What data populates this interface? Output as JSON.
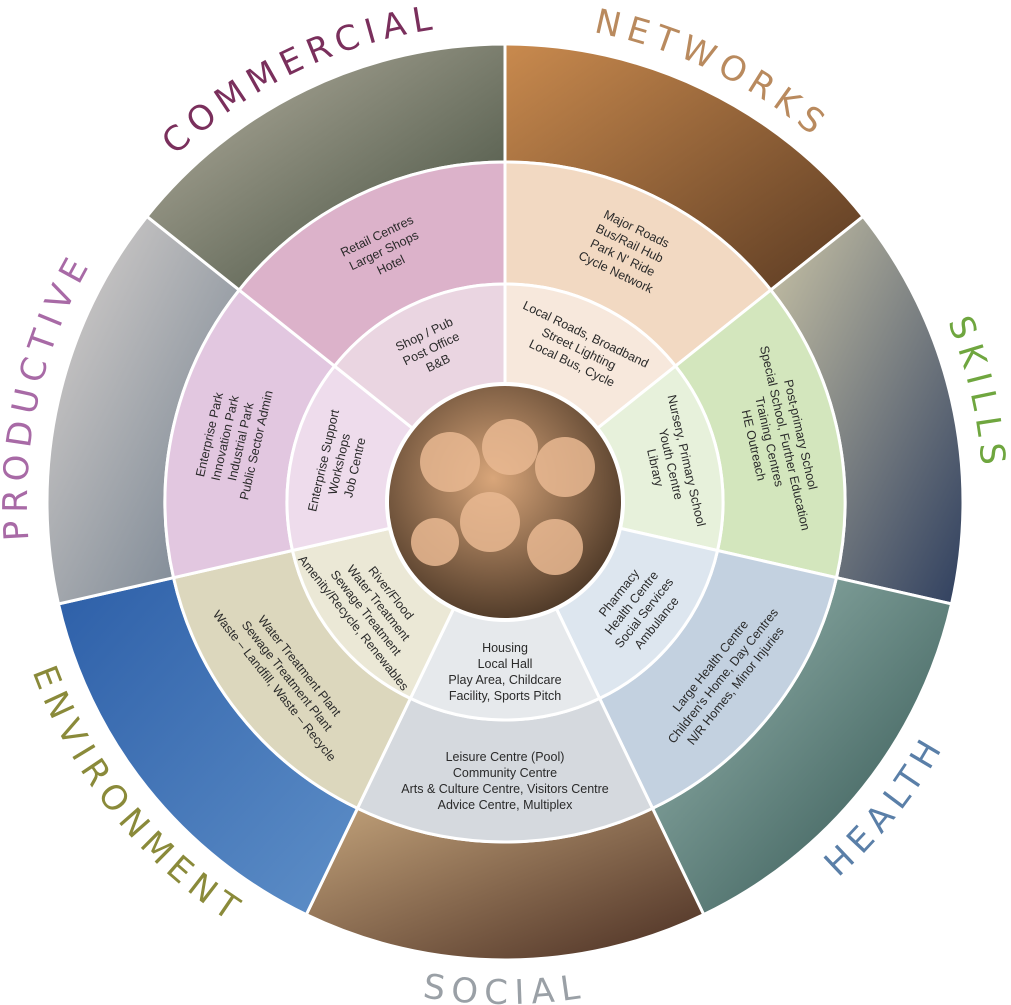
{
  "categories": [
    {
      "key": "networks",
      "label": "NETWORKS",
      "color": "#b98a5e",
      "outer_fill": "#f2d9c2",
      "middle_fill": "#f7e8dc",
      "photo_a": "#5a3a22",
      "photo_b": "#c98a4e",
      "photo_icon": "airplane-photo",
      "outer_lines": [
        "Major Roads",
        "Bus/Rail Hub",
        "Park N' Ride",
        "Cycle Network"
      ],
      "middle_lines": [
        "Local Roads, Broadband",
        "Street Lighting",
        "Local Bus, Cycle"
      ]
    },
    {
      "key": "skills",
      "label": "SKILLS",
      "color": "#6fa63f",
      "outer_fill": "#d3e6bd",
      "middle_fill": "#e7f1db",
      "photo_a": "#2f3f5f",
      "photo_b": "#c9c3a6",
      "photo_icon": "lecture-hall-photo",
      "outer_lines": [
        "Post-primary School",
        "Special School, Further Education",
        "Training Centres",
        "HE Outreach"
      ],
      "middle_lines": [
        "Nursery, Primary School",
        "Youth Centre",
        "Library"
      ]
    },
    {
      "key": "health",
      "label": "HEALTH",
      "color": "#5a7fa8",
      "outer_fill": "#c3d1e0",
      "middle_fill": "#dde6ef",
      "photo_a": "#2c4f4c",
      "photo_b": "#9dbbb4",
      "photo_icon": "surgery-photo",
      "outer_lines": [
        "Large Health Centre",
        "Children's Home, Day Centres",
        "N/R Homes, Minor Injuries"
      ],
      "middle_lines": [
        "Pharmacy",
        "Health Centre",
        "Social Services",
        "Ambulance"
      ]
    },
    {
      "key": "social",
      "label": "SOCIAL",
      "color": "#9aa0a6",
      "outer_fill": "#d5d9de",
      "middle_fill": "#e6e9ec",
      "photo_a": "#4a2e22",
      "photo_b": "#c2a27a",
      "photo_icon": "museum-photo",
      "outer_lines": [
        "Leisure Centre (Pool)",
        "Community Centre",
        "Arts & Culture Centre, Visitors Centre",
        "Advice Centre, Multiplex"
      ],
      "middle_lines": [
        "Housing",
        "Local Hall",
        "Play Area, Childcare",
        "Facility, Sports Pitch"
      ]
    },
    {
      "key": "environment",
      "label": "ENVIRONMENT",
      "color": "#8a8a3a",
      "outer_fill": "#dcd7bd",
      "middle_fill": "#ebe8d6",
      "photo_a": "#5e8fc8",
      "photo_b": "#2d5fa8",
      "photo_icon": "wind-turbine-photo",
      "outer_lines": [
        "Water Treatment Plant",
        "Sewage Treatment Plant",
        "Waste – Landfill, Waste – Recycle"
      ],
      "middle_lines": [
        "River/Flood",
        "Water Treatment",
        "Sewage Treatment",
        "Amenity/Recycle, Renewables"
      ]
    },
    {
      "key": "productive",
      "label": "PRODUCTIVE",
      "color": "#a86aa6",
      "outer_fill": "#e2c7e0",
      "middle_fill": "#eedcec",
      "photo_a": "#6f7d8c",
      "photo_b": "#d9d3cf",
      "photo_icon": "laboratory-photo",
      "outer_lines": [
        "Enterprise Park",
        "Innovation Park",
        "Industrial Park",
        "Public Sector Admin"
      ],
      "middle_lines": [
        "Enterprise Support",
        "Workshops",
        "Job Centre"
      ]
    },
    {
      "key": "commercial",
      "label": "COMMERCIAL",
      "color": "#7a2f5c",
      "outer_fill": "#dcb2ca",
      "middle_fill": "#ead5e1",
      "photo_a": "#3f4a3a",
      "photo_b": "#b8b3a3",
      "photo_icon": "shopping-mall-photo",
      "outer_lines": [
        "Retail Centres",
        "Larger Shops",
        "Hotel"
      ],
      "middle_lines": [
        "Shop / Pub",
        "Post Office",
        "B&B"
      ]
    }
  ],
  "center_photo": {
    "icon": "family-photo",
    "a": "#3b2a1c",
    "b": "#d9a67a"
  }
}
